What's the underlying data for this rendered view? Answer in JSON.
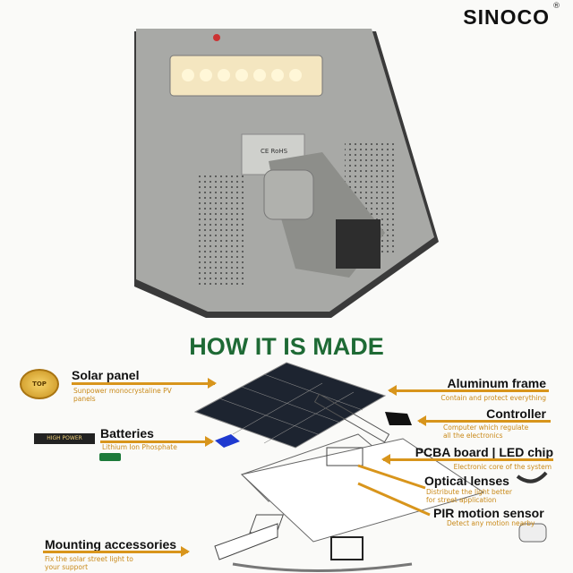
{
  "brand": {
    "name": "SINOCO",
    "mark": "®"
  },
  "product_label": {
    "ce_rohs": "CE RoHS"
  },
  "heading": "HOW IT IS MADE",
  "left_labels": [
    {
      "title": "Solar panel",
      "subtitle": "Sunpower monocrystaline PV panels",
      "badge": "TOP"
    },
    {
      "title": "Batteries",
      "subtitle": "Lithium Ion Phosphate",
      "badge": "HIGH POWER"
    },
    {
      "title": "Mounting accessories",
      "subtitle": "Fix the solar street light to your support"
    }
  ],
  "right_labels": [
    {
      "title": "Aluminum frame",
      "subtitle": "Contain and protect everything"
    },
    {
      "title": "Controller",
      "subtitle": "Computer which regulate all the electronics"
    },
    {
      "title": "PCBA board | LED chip",
      "subtitle": "Electronic core of the system"
    },
    {
      "title": "Optical lenses",
      "subtitle": "Distribute the light better for street application"
    },
    {
      "title": "PIR motion sensor",
      "subtitle": "Detect any motion nearby"
    }
  ],
  "colors": {
    "accent": "#d8951c",
    "heading": "#1e6a35",
    "battery": "#1f3ad0",
    "battery_icon": "#1d7a3a"
  }
}
